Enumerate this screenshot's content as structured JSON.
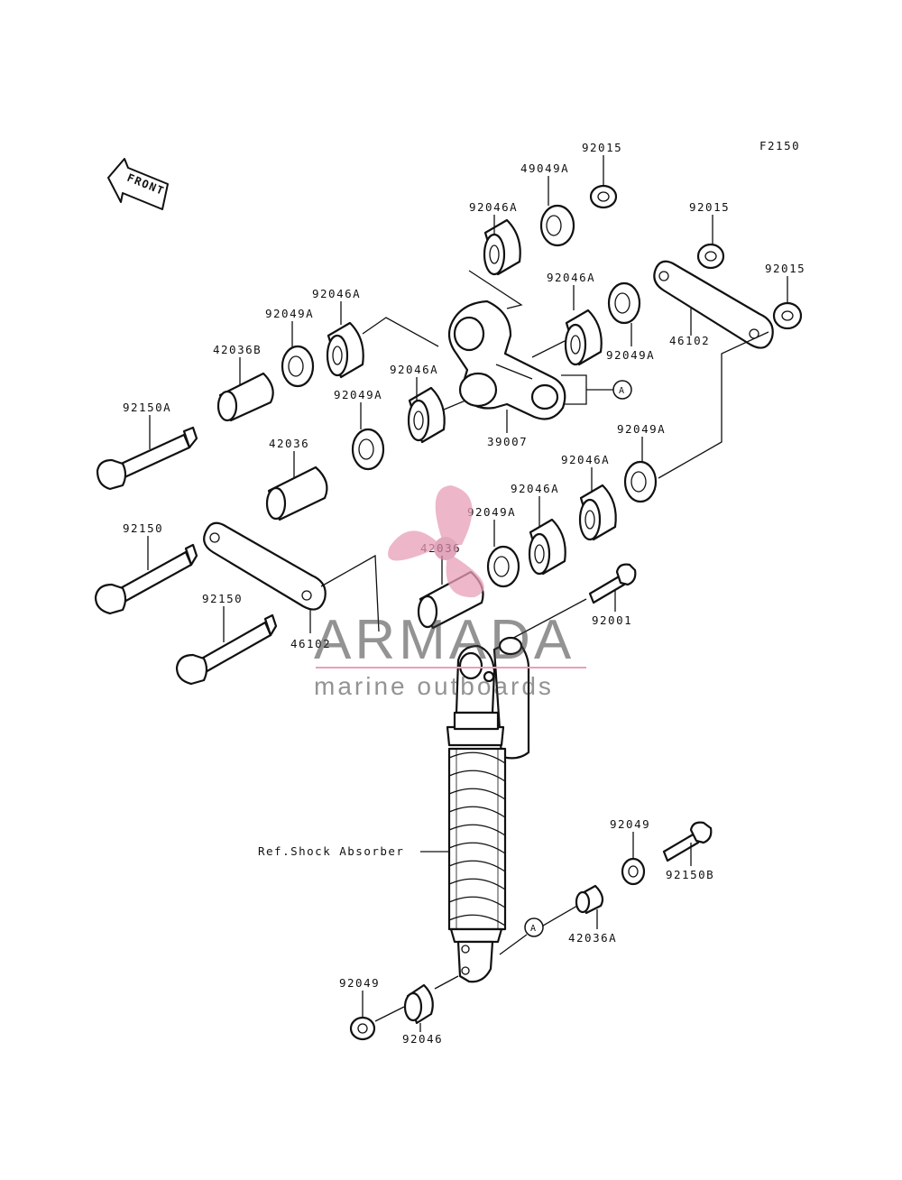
{
  "figure_code": "F2150",
  "front_label": "FRONT",
  "callout_letter": "A",
  "watermark": {
    "brand": "ARMADA",
    "tagline": "marine outboards",
    "accent_color": "#e8a0b8"
  },
  "labels": {
    "n92015_top": "92015",
    "n49049A": "49049A",
    "n92046A_top": "92046A",
    "n92015_mid": "92015",
    "n92015_right": "92015",
    "n92046A_center": "92046A",
    "n92046A_left": "92046A",
    "n92049A_left": "92049A",
    "n42036B": "42036B",
    "n46102_right": "46102",
    "n92049A_center": "92049A",
    "n92046A_lower": "92046A",
    "n92049A_lower": "92049A",
    "n92150A": "92150A",
    "n39007": "39007",
    "n92049A_right": "92049A",
    "n42036_left": "42036",
    "n92046A_r2": "92046A",
    "n92046A_r3": "92046A",
    "n92049A_r3": "92049A",
    "n92150_upper": "92150",
    "n42036_center": "42036",
    "n92150_lower": "92150",
    "n92001": "92001",
    "n46102_left": "46102",
    "shock_ref": "Ref.Shock Absorber",
    "n92049_right": "92049",
    "n92150B": "92150B",
    "n42036A": "42036A",
    "n92049_bottom": "92049",
    "n92046": "92046"
  }
}
